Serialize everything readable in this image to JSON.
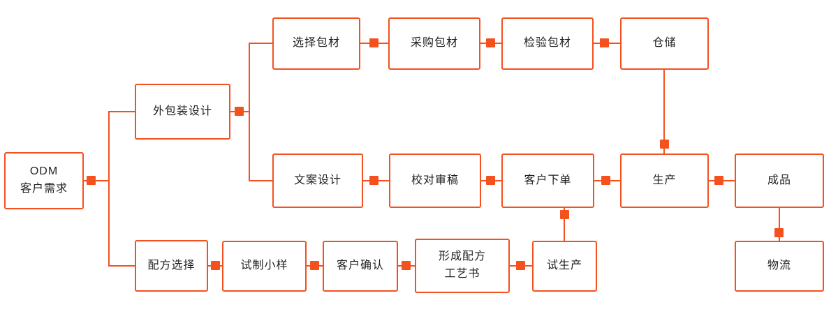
{
  "colors": {
    "accent": "#F4511E",
    "text": "#1F1F1F",
    "background": "#FFFFFF"
  },
  "nodes": {
    "odm": {
      "label": "ODM\n客户需求"
    },
    "package_design": {
      "label": "外包装设计"
    },
    "select_material": {
      "label": "选择包材"
    },
    "purchase_material": {
      "label": "采购包材"
    },
    "inspect_material": {
      "label": "检验包材"
    },
    "warehouse": {
      "label": "仓储"
    },
    "copy_design": {
      "label": "文案设计"
    },
    "proofread": {
      "label": "校对审稿"
    },
    "customer_order": {
      "label": "客户下单"
    },
    "production": {
      "label": "生产"
    },
    "finished_product": {
      "label": "成品"
    },
    "formula_select": {
      "label": "配方选择"
    },
    "trial_sample": {
      "label": "试制小样"
    },
    "customer_confirm": {
      "label": "客户确认"
    },
    "formula_document": {
      "label": "形成配方\n工艺书"
    },
    "trial_production": {
      "label": "试生产"
    },
    "logistics": {
      "label": "物流"
    }
  },
  "edges": [
    {
      "from": "odm",
      "to": "package_design"
    },
    {
      "from": "odm",
      "to": "formula_select"
    },
    {
      "from": "package_design",
      "to": "select_material"
    },
    {
      "from": "package_design",
      "to": "copy_design"
    },
    {
      "from": "select_material",
      "to": "purchase_material"
    },
    {
      "from": "purchase_material",
      "to": "inspect_material"
    },
    {
      "from": "inspect_material",
      "to": "warehouse"
    },
    {
      "from": "warehouse",
      "to": "production"
    },
    {
      "from": "copy_design",
      "to": "proofread"
    },
    {
      "from": "proofread",
      "to": "customer_order"
    },
    {
      "from": "customer_order",
      "to": "production"
    },
    {
      "from": "production",
      "to": "finished_product"
    },
    {
      "from": "finished_product",
      "to": "logistics"
    },
    {
      "from": "formula_select",
      "to": "trial_sample"
    },
    {
      "from": "trial_sample",
      "to": "customer_confirm"
    },
    {
      "from": "customer_confirm",
      "to": "formula_document"
    },
    {
      "from": "formula_document",
      "to": "trial_production"
    },
    {
      "from": "trial_production",
      "to": "customer_order"
    }
  ]
}
